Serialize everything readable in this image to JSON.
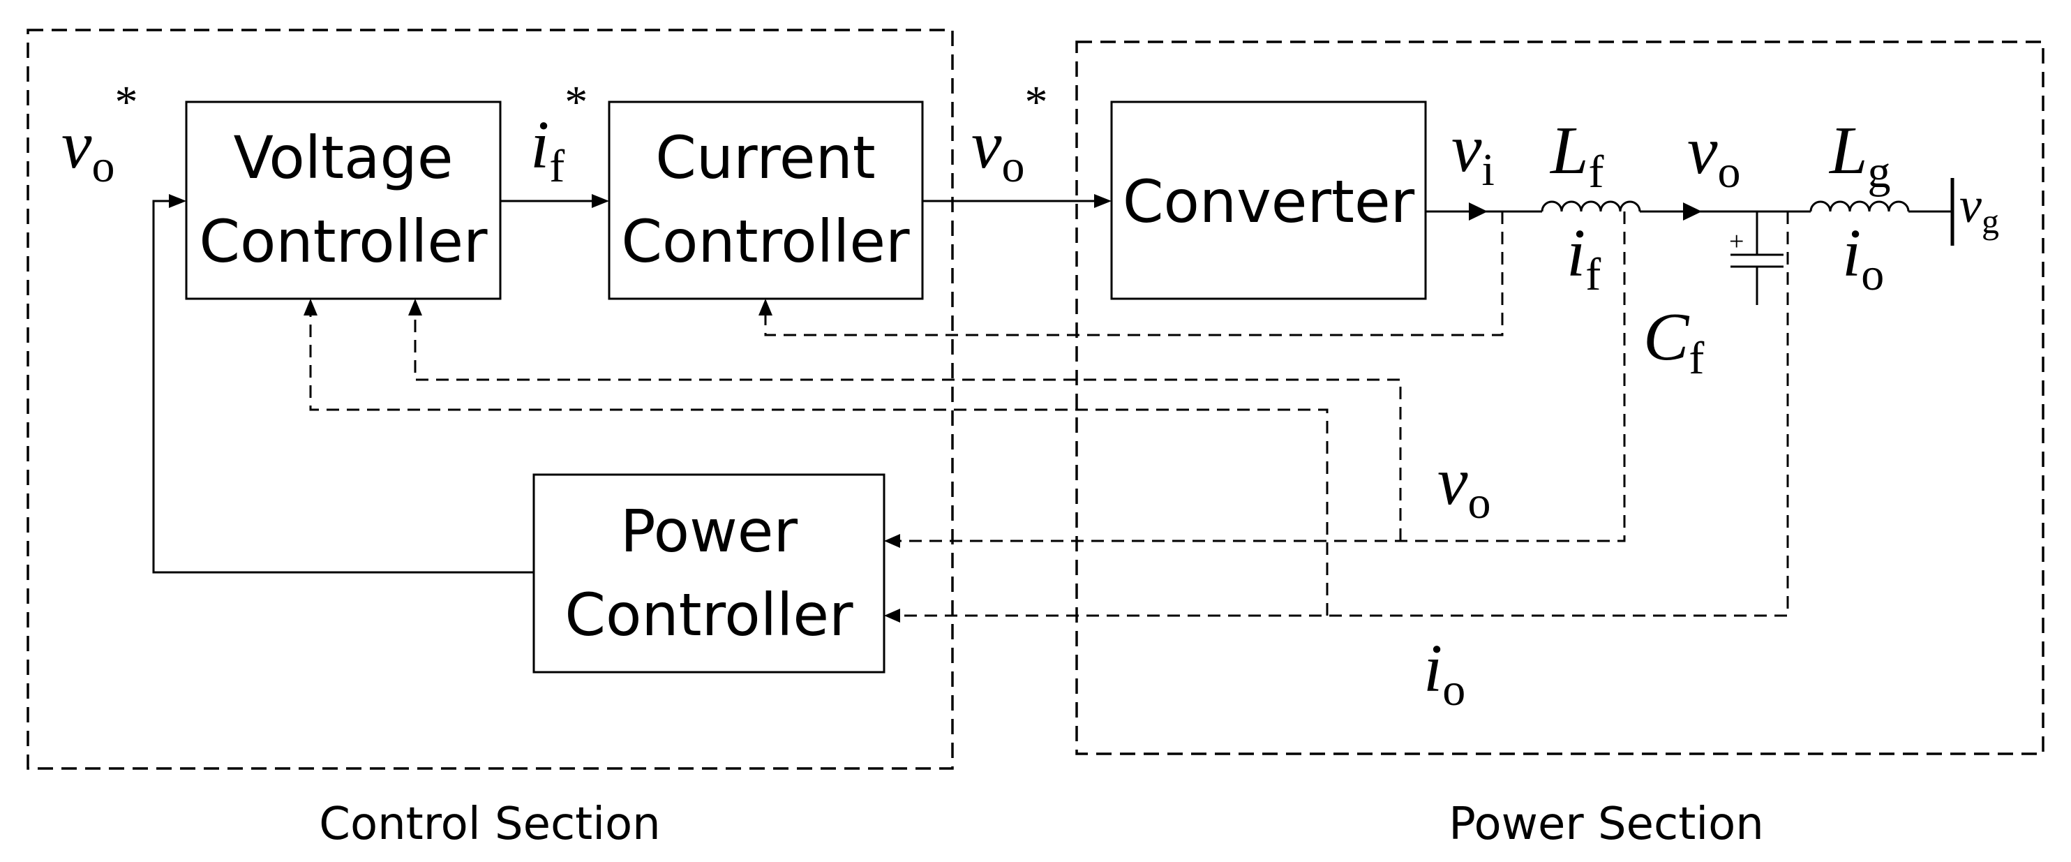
{
  "sections": {
    "control": "Control Section",
    "power": "Power Section"
  },
  "blocks": {
    "voltage_controller": [
      "Voltage",
      "Controller"
    ],
    "current_controller": [
      "Current",
      "Controller"
    ],
    "converter": [
      "Converter"
    ],
    "power_controller": [
      "Power",
      "Controller"
    ]
  },
  "signals": {
    "vo_ref": {
      "var": "v",
      "sub": "o",
      "sup": "*"
    },
    "if_ref": {
      "var": "i",
      "sub": "f",
      "sup": "*"
    },
    "vo_ref_out": {
      "var": "v",
      "sub": "o",
      "sup": "*"
    },
    "vi": {
      "var": "v",
      "sub": "i"
    },
    "Lf": {
      "var": "L",
      "sub": "f"
    },
    "vo_node": {
      "var": "v",
      "sub": "o"
    },
    "Lg": {
      "var": "L",
      "sub": "g"
    },
    "vg": {
      "var": "v",
      "sub": "g"
    },
    "if_branch": {
      "var": "i",
      "sub": "f"
    },
    "io_branch": {
      "var": "i",
      "sub": "o"
    },
    "Cf": {
      "var": "C",
      "sub": "f"
    },
    "capacitor_polarity": "+",
    "vo_feedback": {
      "var": "v",
      "sub": "o"
    },
    "io_feedback": {
      "var": "i",
      "sub": "o"
    }
  }
}
